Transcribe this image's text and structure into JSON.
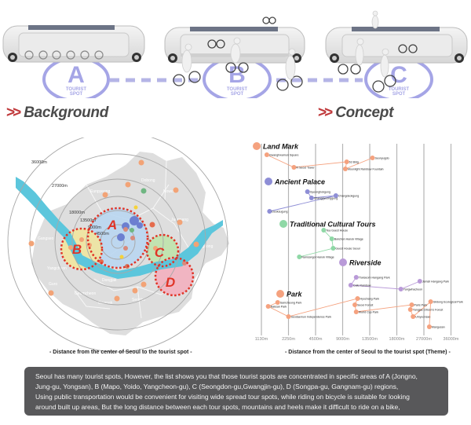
{
  "hero": {
    "description": "Solar bus carrying bicycles between tourist spots",
    "spots": [
      {
        "letter": "A",
        "line1": "TOURIST",
        "line2": "SPOT"
      },
      {
        "letter": "B",
        "line1": "TOURIST",
        "line2": "SPOT"
      },
      {
        "letter": "C",
        "line1": "TOURIST",
        "line2": "SPOT"
      }
    ],
    "spot_color": "#9b9be0"
  },
  "sections": {
    "background": {
      "chevron": ">>",
      "title": "Background"
    },
    "concept": {
      "chevron": ">>",
      "title": "Concept"
    }
  },
  "map": {
    "ring_labels": [
      "36000m",
      "27000m",
      "18000m",
      "13500m",
      "9000m",
      "4500m"
    ],
    "districts": [
      "Dobong",
      "Nowon",
      "Eunpyeong",
      "Jungnang",
      "Gangseo",
      "Yangcheon",
      "Guro",
      "Dongjak",
      "Geumcheon",
      "Gwanak",
      "Seocho",
      "Gangdong"
    ],
    "zones": [
      {
        "letter": "A",
        "color": "#a8cdef"
      },
      {
        "letter": "B",
        "color": "#f3e79a"
      },
      {
        "letter": "C",
        "color": "#b8e3a8"
      },
      {
        "letter": "D",
        "color": "#f2a9b8"
      }
    ],
    "zone_label_color": "#e03326",
    "river_color": "#5cc6dc",
    "caption": "- Distance from the center of Seoul to the tourist spot -"
  },
  "chart_data": {
    "type": "scatter",
    "title": "Distance from the center of Seoul to the tourist spot (Theme)",
    "xlabel": "- Distance from the center of Seoul to the tourist spot (Theme) -",
    "ylabel": "",
    "x_ticks": [
      "1130m",
      "2250m",
      "4500m",
      "9000m",
      "13500m",
      "18000m",
      "27000m",
      "36000m"
    ],
    "grid": true,
    "categories": [
      {
        "name": "Land Mark",
        "color": "#f5a27f",
        "points": [
          {
            "label": "Gwanghwamun Square",
            "x": 1.2
          },
          {
            "label": "N Seoul Tower",
            "x": 2.2
          },
          {
            "label": "63 Bldg",
            "x": 4.15
          },
          {
            "label": "Moonlight Rainbow Fountain",
            "x": 4.1
          },
          {
            "label": "Seonyugdo",
            "x": 5.1
          }
        ]
      },
      {
        "name": "Ancient Palace",
        "color": "#8e8ed6",
        "points": [
          {
            "label": "Gyeongbokgung",
            "x": 2.7
          },
          {
            "label": "Changgyeonggung",
            "x": 2.85
          },
          {
            "label": "Changdeokgung",
            "x": 3.75
          },
          {
            "label": "Deoksugung",
            "x": 1.3
          }
        ]
      },
      {
        "name": "Traditional Cultural Tours",
        "color": "#8fd8a6",
        "points": [
          {
            "label": "Tea Guest House",
            "x": 3.3
          },
          {
            "label": "Bukchon Hanok Village",
            "x": 3.6
          },
          {
            "label": "Guest House Seoul",
            "x": 3.65
          },
          {
            "label": "Namsangol Hanok Village",
            "x": 2.4
          }
        ]
      },
      {
        "name": "Riverside",
        "color": "#b99ad8",
        "points": [
          {
            "label": "Ttukseom Hangang Park",
            "x": 4.5
          },
          {
            "label": "Cafe Rainbow",
            "x": 4.3
          },
          {
            "label": "Yangwhacheon",
            "x": 6.15
          },
          {
            "label": "Jamsil Hangang Park",
            "x": 6.85
          }
        ]
      },
      {
        "name": "Park",
        "color": "#f5a27f",
        "points": [
          {
            "label": "Samcheong Park",
            "x": 1.6
          },
          {
            "label": "Naksan Park",
            "x": 1.25
          },
          {
            "label": "Seodaemun Independence Park",
            "x": 2.0
          },
          {
            "label": "Hyochang Park",
            "x": 4.55
          },
          {
            "label": "Seoul Forest",
            "x": 4.45
          },
          {
            "label": "World Cup Park",
            "x": 4.5
          },
          {
            "label": "Paris Park",
            "x": 6.55
          },
          {
            "label": "Yangjae Citizen's Forest",
            "x": 6.5
          },
          {
            "label": "Umyeonsan",
            "x": 6.6
          },
          {
            "label": "Gildong Ecological Park",
            "x": 7.25
          },
          {
            "label": "Mangusan",
            "x": 7.2
          }
        ]
      }
    ]
  },
  "textbox": {
    "lines": [
      "Seoul has many tourist spots, However, the list shows you that those tourist spots are concentrated in specific areas of A (Jongno,",
      "Jung-gu, Yongsan), B (Mapo, Yoido, Yangcheon-gu), C (Seongdon-gu,Gwangjin-gu), D (Songpa-gu, Gangnam-gu) regions,",
      "Using public transportation would be convenient for visiting wide spread tour spots, while riding on bicycle is suitable for looking",
      "around built up areas, But the long distance between each tour spots, mountains and heels make it difficult to ride on a bike,"
    ]
  }
}
